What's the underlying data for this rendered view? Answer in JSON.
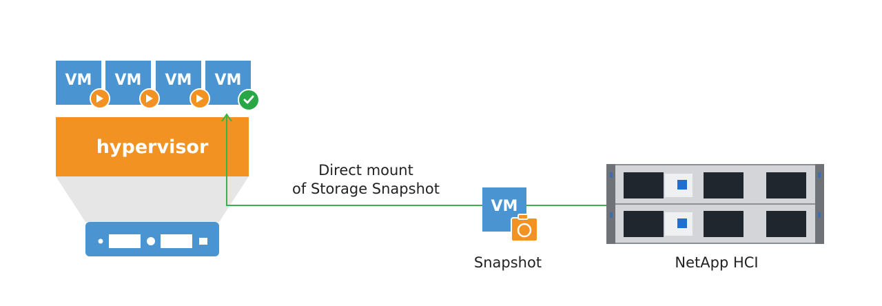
{
  "vms": [
    {
      "label": "VM",
      "status": "play-icon"
    },
    {
      "label": "VM",
      "status": "play-icon"
    },
    {
      "label": "VM",
      "status": "play-icon"
    },
    {
      "label": "VM",
      "status": "check-icon"
    }
  ],
  "hypervisor": {
    "label": "hypervisor"
  },
  "connection": {
    "line1": "Direct mount",
    "line2": "of Storage Snapshot"
  },
  "snapshot": {
    "vm_label": "VM",
    "caption": "Snapshot",
    "icon": "camera-icon"
  },
  "storage": {
    "caption": "NetApp HCI"
  },
  "colors": {
    "vm_blue": "#4a95d1",
    "orange": "#f29222",
    "green_line": "#36b34a",
    "check_green": "#27a745",
    "gray_funnel": "#e6e6e6",
    "server_blue": "#4a95d1"
  }
}
